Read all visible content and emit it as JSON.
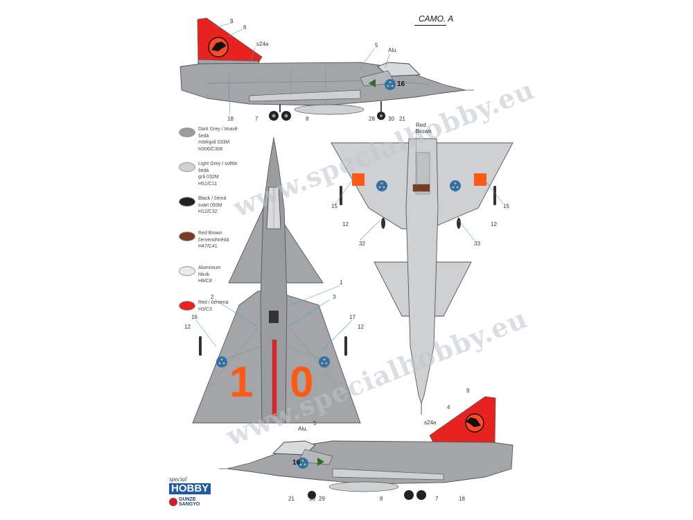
{
  "scheme_label": "CAMO. A",
  "watermarks": [
    "www.specialhobby.eu",
    "www.specialhobby.eu"
  ],
  "legend": [
    {
      "text": "Dark Grey / tmavě šedá\nmörkgrå 033M\nH306/C306",
      "color": "#9a9c9f"
    },
    {
      "text": "Light Grey / světle šedá\ngrå 032M\nH51/C11",
      "color": "#d0d1d3"
    },
    {
      "text": "Black / černá\nsvärt 093M\nH12/C32",
      "color": "#222222"
    },
    {
      "text": "Red Brown\nčervenohnědá\nH47/C41",
      "color": "#7a3b24"
    },
    {
      "text": "Aluminium\nhliník\nH8/C8",
      "color": "#e9eaec"
    },
    {
      "text": "Red / červená\nH3/C3",
      "color": "#e8231f"
    }
  ],
  "callouts": {
    "top_side": [
      "9",
      "6",
      "s24a",
      "5",
      "Alu.",
      "18",
      "7",
      "8",
      "28",
      "30",
      "21"
    ],
    "underside": [
      "Red\nBrown",
      "15",
      "15",
      "12",
      "12",
      "32",
      "33"
    ],
    "upper": [
      "1",
      "2",
      "3",
      "16",
      "17",
      "12",
      "12"
    ],
    "bottom_side": [
      "9",
      "4",
      "s24a",
      "5",
      "Alu.",
      "21",
      "30",
      "29",
      "8",
      "7",
      "18"
    ]
  },
  "markings": {
    "code_side": "16",
    "code_top": "10"
  },
  "brand": {
    "special": "special",
    "hobby": "HOBBY",
    "gunze_line1": "GUNZE",
    "gunze_line2": "SANGYO"
  },
  "colors": {
    "camo_grey": "#a3a5a8",
    "light_grey": "#cfd0d2",
    "red": "#e8231f",
    "orange": "#ff5a14",
    "roundel_blue": "#2d6fb3",
    "roundel_yellow": "#e6c820"
  }
}
